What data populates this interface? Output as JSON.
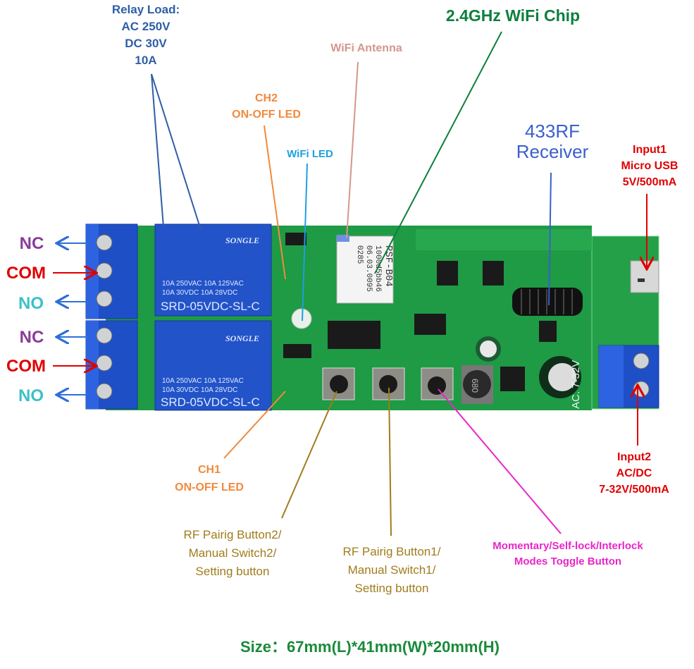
{
  "colors": {
    "relay_load": "#2e5fa6",
    "wifi_chip": "#0d7f3e",
    "wifi_antenna": "#d4978d",
    "led": "#f08a3c",
    "wifi_led": "#1e9fe0",
    "rf_receiver": "#3a5fcd",
    "input": "#e00000",
    "button": "#a07c1c",
    "mode_button": "#e826c8",
    "nc": "#8b3a9a",
    "com": "#e00000",
    "no": "#3cc0c8",
    "size": "#1a8a3a",
    "pcb": "#1f9a45",
    "relay_blue": "#2253c8"
  },
  "labels": {
    "relay_load": [
      "Relay Load:",
      "AC 250V",
      "DC 30V",
      "10A"
    ],
    "wifi_chip": "2.4GHz WiFi Chip",
    "wifi_antenna": "WiFi Antenna",
    "ch2_led": [
      "CH2",
      "ON-OFF LED"
    ],
    "wifi_led": "WiFi LED",
    "rf_receiver": [
      "433RF",
      "Receiver"
    ],
    "input1": [
      "Input1",
      "Micro USB",
      "5V/500mA"
    ],
    "ch1_led": [
      "CH1",
      "ON-OFF LED"
    ],
    "button2": [
      "RF Pairig Button2/",
      "Manual Switch2/",
      "Setting button"
    ],
    "button1": [
      "RF Pairig Button1/",
      "Manual Switch1/",
      "Setting button"
    ],
    "mode_button": [
      "Momentary/Self-lock/Interlock",
      "Modes Toggle Button"
    ],
    "input2": [
      "Input2",
      "AC/DC",
      "7-32V/500mA"
    ],
    "terminals": [
      "NC",
      "COM",
      "NO",
      "NC",
      "COM",
      "NO"
    ],
    "size": "Size：67mm(L)*41mm(W)*20mm(H)"
  },
  "board": {
    "relay_brand": "SONGLE",
    "relay_rating_1": "10A 250VAC  10A 125VAC",
    "relay_rating_2": "10A  30VDC  10A  28VDC",
    "relay_model": "SRD-05VDC-SL-C",
    "wifi_module_text": [
      "PSF-B04",
      "1000d5bb46",
      "06.03.0095",
      "0285"
    ],
    "inductor_text": "680",
    "silkscreen_voltage": "AC.  7-32V"
  }
}
